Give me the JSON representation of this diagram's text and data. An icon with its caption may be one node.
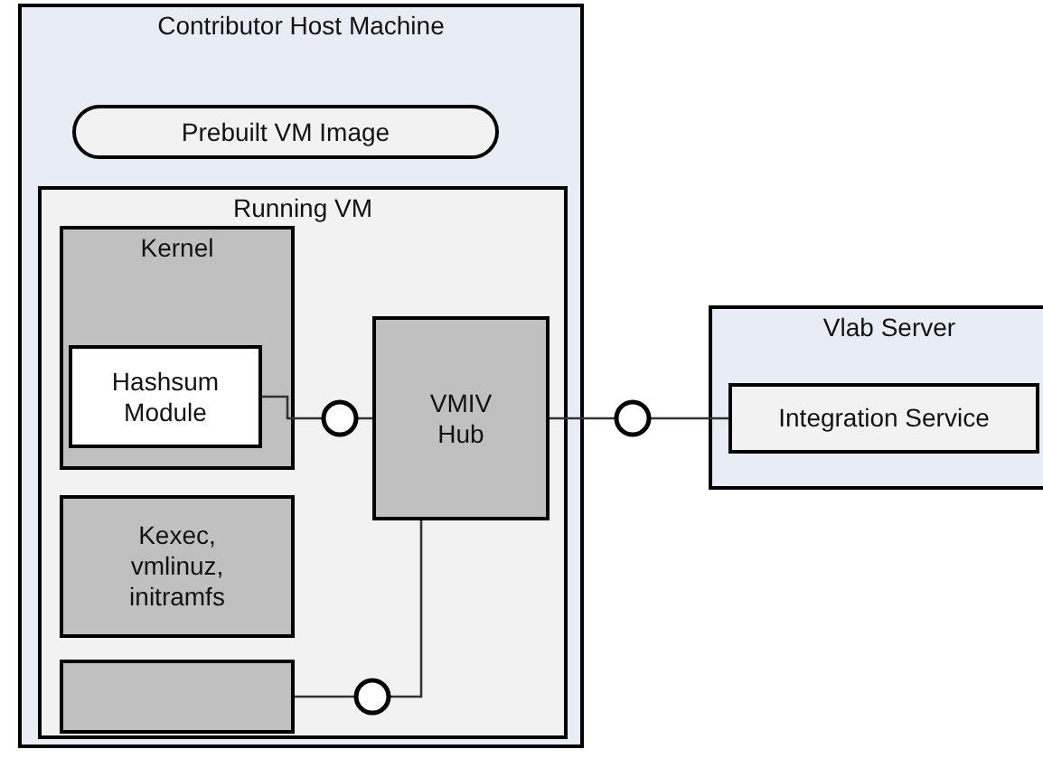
{
  "diagram": {
    "nodes": [
      {
        "text": [
          "Contributor Host Machine"
        ]
      },
      {
        "text": [
          "Prebuilt VM Image"
        ],
        "in": 0
      },
      {
        "text": [
          "Running VM"
        ],
        "in": 0
      },
      {
        "text": [
          "Kernel"
        ],
        "in": 2
      },
      {
        "text": [
          "Hashsum Module"
        ],
        "in": 3
      },
      {
        "text": [
          "VMIV Hub"
        ],
        "in": 2
      },
      {
        "text": [
          "Kexec, vmlinuz, initramfs"
        ],
        "in": 2
      },
      {
        "text": [],
        "shape": "box",
        "in": 2
      },
      {
        "text": [
          "Vlab Server"
        ]
      },
      {
        "text": [
          "Integration Service"
        ],
        "in": 8
      }
    ],
    "edges": [
      {
        "from": 4,
        "to": 5,
        "arrow": "other"
      },
      {
        "from": 5,
        "to": 9,
        "arrow": "other"
      },
      {
        "from": 7,
        "to": 5,
        "arrow": "other"
      }
    ]
  }
}
